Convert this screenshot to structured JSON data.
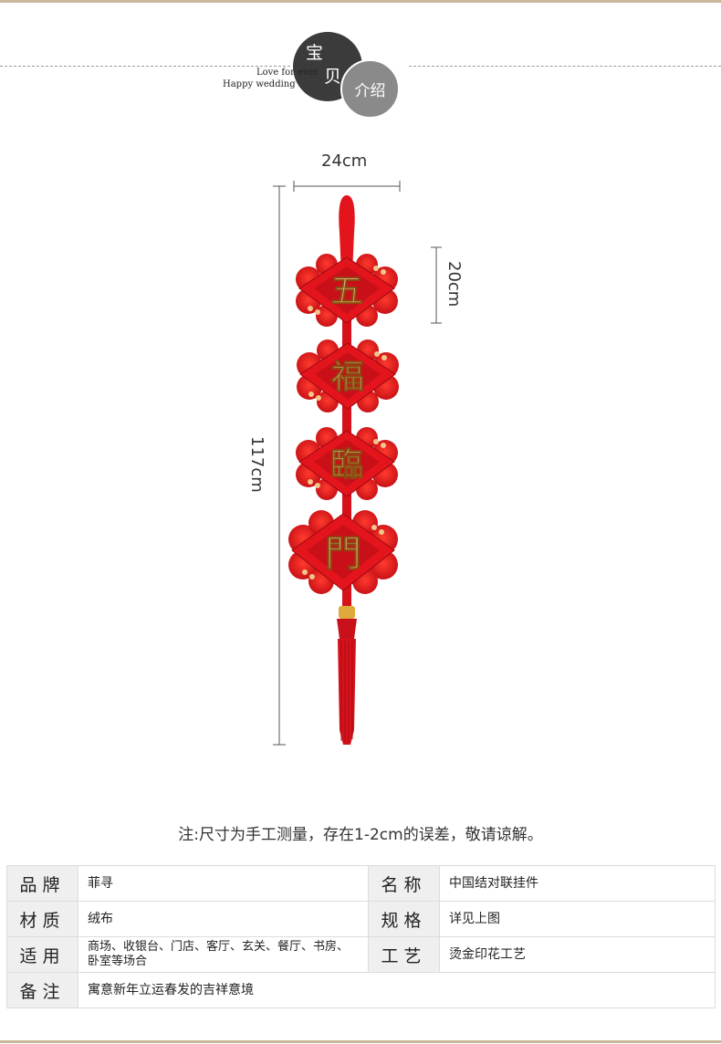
{
  "header": {
    "circle_top": [
      "宝",
      "贝"
    ],
    "circle_small": "介绍",
    "script_line1": "Love for ever",
    "script_line2": "Happy wedding"
  },
  "dimensions": {
    "width": "24cm",
    "height": "117cm",
    "unit_height": "20cm"
  },
  "product": {
    "characters": [
      "五",
      "福",
      "臨",
      "門"
    ]
  },
  "note": "注:尺寸为手工测量，存在1-2cm的误差，敬请谅解。",
  "specs": [
    {
      "label": "品牌",
      "value": "菲寻",
      "label2": "名称",
      "value2": "中国结对联挂件"
    },
    {
      "label": "材质",
      "value": "绒布",
      "label2": "规格",
      "value2": "详见上图"
    },
    {
      "label": "适用",
      "value": "商场、收银台、门店、客厅、玄关、餐厅、书房、卧室等场合",
      "label2": "工艺",
      "value2": "烫金印花工艺"
    },
    {
      "label": "备注",
      "value": "寓意新年立运春发的吉祥意境"
    }
  ],
  "colors": {
    "knot_red": "#e3141c",
    "gold": "#e8b25a",
    "accent_bar": "#c9b79b",
    "label_bg": "#efefef"
  }
}
